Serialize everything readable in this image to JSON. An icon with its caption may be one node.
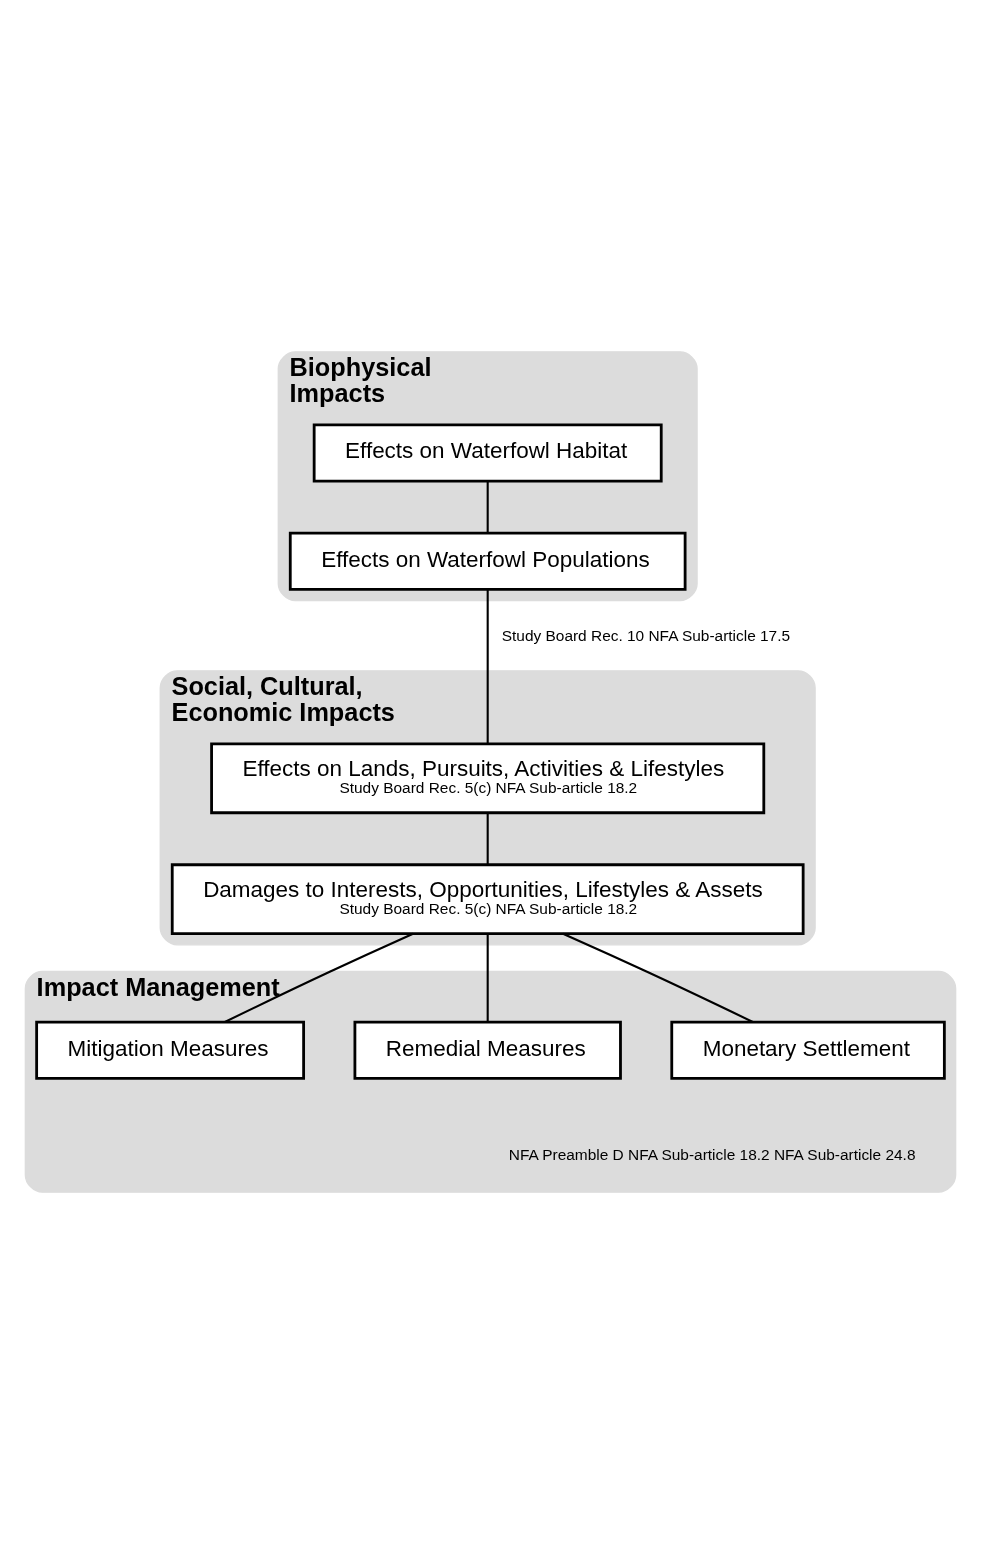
{
  "diagram": {
    "nodes": [
      {
        "text": [
          "Biophysical Impacts"
        ]
      },
      {
        "text": [
          "Effects on Waterfowl Habitat"
        ],
        "in": 0
      },
      {
        "text": [
          "Effects on Waterfowl Populations"
        ],
        "in": 0
      },
      {
        "text": [
          "Social, Cultural, Economic Impacts"
        ]
      },
      {
        "text": [
          "Effects on Lands, Pursuits, Activities & Lifestyles",
          "Study Board Rec. 5(c) NFA Sub-article 18.2"
        ],
        "in": 3
      },
      {
        "text": [
          "Damages to Interests, Opportunities, Lifestyles & Assets",
          "Study Board Rec. 5(c) NFA Sub-article 18.2"
        ],
        "in": 3
      },
      {
        "text": [
          "Impact Management",
          "NFA Preamble D NFA Sub-article 18.2 NFA Sub-article 24.8"
        ]
      },
      {
        "text": [
          "Mitigation Measures"
        ],
        "in": 6
      },
      {
        "text": [
          "Remedial Measures"
        ],
        "in": 6
      },
      {
        "text": [
          "Monetary Settlement"
        ],
        "in": 6
      }
    ],
    "edges": [
      {
        "from": 1,
        "to": 2,
        "arrow": "none"
      },
      {
        "from": 2,
        "to": 4,
        "arrow": "none",
        "label": "Study Board Rec. 10 NFA Sub-article 17.5"
      },
      {
        "from": 4,
        "to": 5,
        "arrow": "none"
      },
      {
        "from": 5,
        "to": 7,
        "arrow": "none"
      },
      {
        "from": 5,
        "to": 8,
        "arrow": "none"
      },
      {
        "from": 5,
        "to": 9,
        "arrow": "none"
      }
    ]
  }
}
